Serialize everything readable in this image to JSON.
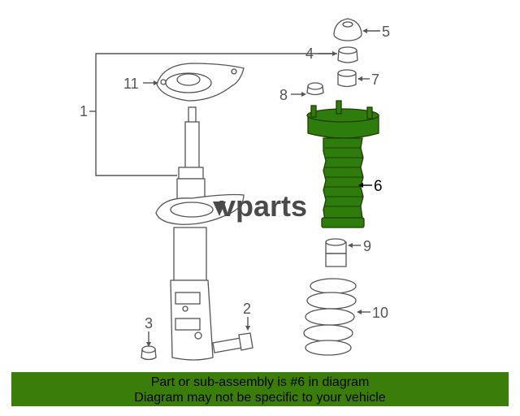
{
  "callouts": {
    "c1": "1",
    "c2": "2",
    "c3": "3",
    "c4": "4",
    "c5": "5",
    "c6": "6",
    "c7": "7",
    "c8": "8",
    "c9": "9",
    "c10": "10",
    "c11": "11"
  },
  "watermark": "vparts",
  "highlight_color": "#2e7d0c",
  "banner": {
    "line1": "Part or sub-assembly is #6 in diagram",
    "line2": "Diagram may not be specific to your vehicle",
    "bg_color": "#3a7d0a"
  }
}
